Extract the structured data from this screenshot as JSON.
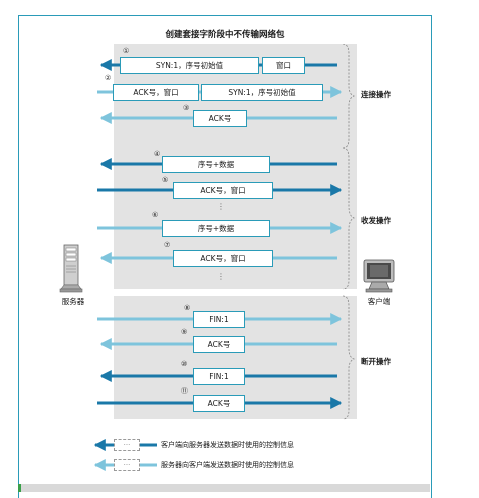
{
  "title": "创建套接字阶段中不传输网络包",
  "phases": {
    "connect": "连接操作",
    "transfer": "收发操作",
    "disconnect": "断开操作"
  },
  "devices": {
    "server": "服务器",
    "client": "客户端"
  },
  "packets": [
    {
      "num": "①",
      "labels": [
        "SYN:1，序号初始值",
        "窗口"
      ],
      "direction": "to-server"
    },
    {
      "num": "②",
      "labels": [
        "ACK号，窗口",
        "SYN:1，序号初始值"
      ],
      "direction": "to-client"
    },
    {
      "num": "③",
      "labels": [
        "ACK号"
      ],
      "direction": "to-client"
    },
    {
      "num": "④",
      "labels": [
        "序号+数据"
      ],
      "direction": "to-server"
    },
    {
      "num": "⑤",
      "labels": [
        "ACK号，窗口"
      ],
      "direction": "to-client"
    },
    {
      "num": "⑥",
      "labels": [
        "序号+数据"
      ],
      "direction": "to-client"
    },
    {
      "num": "⑦",
      "labels": [
        "ACK号，窗口"
      ],
      "direction": "to-server"
    },
    {
      "num": "⑧",
      "labels": [
        "FIN:1"
      ],
      "direction": "to-client"
    },
    {
      "num": "⑨",
      "labels": [
        "ACK号"
      ],
      "direction": "to-server"
    },
    {
      "num": "⑩",
      "labels": [
        "FIN:1"
      ],
      "direction": "to-server"
    },
    {
      "num": "⑪",
      "labels": [
        "ACK号"
      ],
      "direction": "to-client"
    }
  ],
  "dots": "⋮",
  "legend": {
    "box_text": "···",
    "client_to_server": "客户端向服务器发送数据时使用的控制信息",
    "server_to_client": "服务器向客户端发送数据时使用的控制信息"
  },
  "colors": {
    "dark_arrow": "#1a78a8",
    "light_arrow": "#7ec4dc",
    "box_border": "#2a9bb8",
    "panel": "#e3e3e3",
    "frame": "#2a9bb8"
  }
}
